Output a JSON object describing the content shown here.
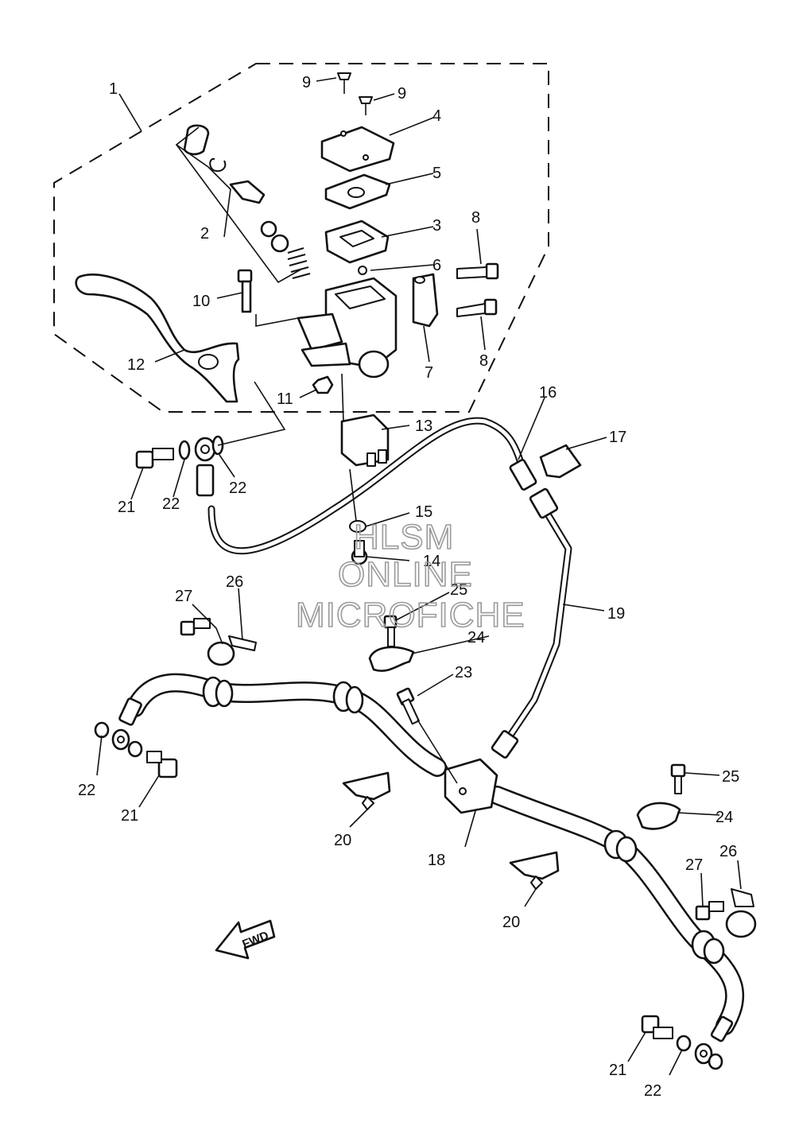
{
  "callouts": {
    "c1": "1",
    "c2": "2",
    "c3": "3",
    "c4": "4",
    "c5": "5",
    "c6": "6",
    "c7": "7",
    "c8a": "8",
    "c8b": "8",
    "c9a": "9",
    "c9b": "9",
    "c10": "10",
    "c11": "11",
    "c12": "12",
    "c13": "13",
    "c14": "14",
    "c15": "15",
    "c16": "16",
    "c17": "17",
    "c18": "18",
    "c19": "19",
    "c20a": "20",
    "c20b": "20",
    "c21a": "21",
    "c21b": "21",
    "c21c": "21",
    "c22a": "22",
    "c22b": "22",
    "c22c": "22",
    "c22d": "22",
    "c23": "23",
    "c24a": "24",
    "c24b": "24",
    "c25a": "25",
    "c25b": "25",
    "c26a": "26",
    "c26b": "26",
    "c27a": "27",
    "c27b": "27"
  },
  "watermark": {
    "line1": "HLSM",
    "line2": "ONLINE",
    "line3": "MICROFICHE"
  },
  "fwd_arrow": {
    "label": "FWD"
  },
  "icons": [
    "fwd-arrow-icon"
  ]
}
